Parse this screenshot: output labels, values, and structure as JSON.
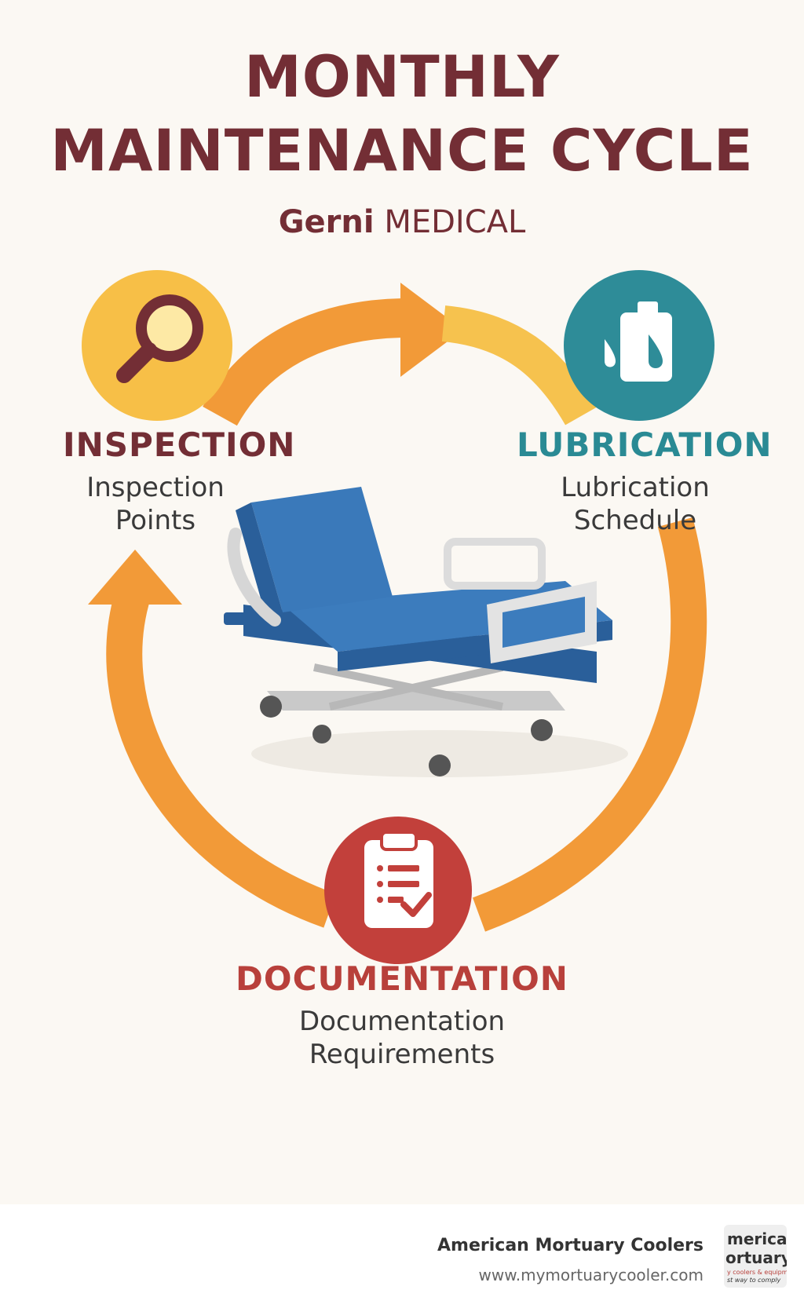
{
  "title": {
    "line1": "MONTHLY",
    "line2": "MAINTENANCE CYCLE"
  },
  "brand": {
    "name": "Gerni",
    "suffix": "MEDICAL"
  },
  "steps": [
    {
      "label": "INSPECTION",
      "sub_line1": "Inspection",
      "sub_line2": "Points",
      "icon": "magnifier-icon",
      "color": "#f7bf47"
    },
    {
      "label": "LUBRICATION",
      "sub_line1": "Lubrication",
      "sub_line2": "Schedule",
      "icon": "oil-can-icon",
      "color": "#2e8c98"
    },
    {
      "label": "DOCUMENTATION",
      "sub_line1": "Documentation",
      "sub_line2": "Requirements",
      "icon": "clipboard-icon",
      "color": "#c2403b"
    }
  ],
  "colors": {
    "title": "#732e35",
    "arrow": "#f29a38",
    "arrow_light": "#f6c24e",
    "bed": "#2f6fae"
  },
  "center_image": "hospital-bed-icon",
  "footer": {
    "company": "American Mortuary Coolers",
    "url": "www.mymortuarycooler.com",
    "logo_line1": "merican",
    "logo_line2": "ortuary",
    "logo_line3": "y coolers & equipment",
    "logo_line4": "st way to comply"
  }
}
